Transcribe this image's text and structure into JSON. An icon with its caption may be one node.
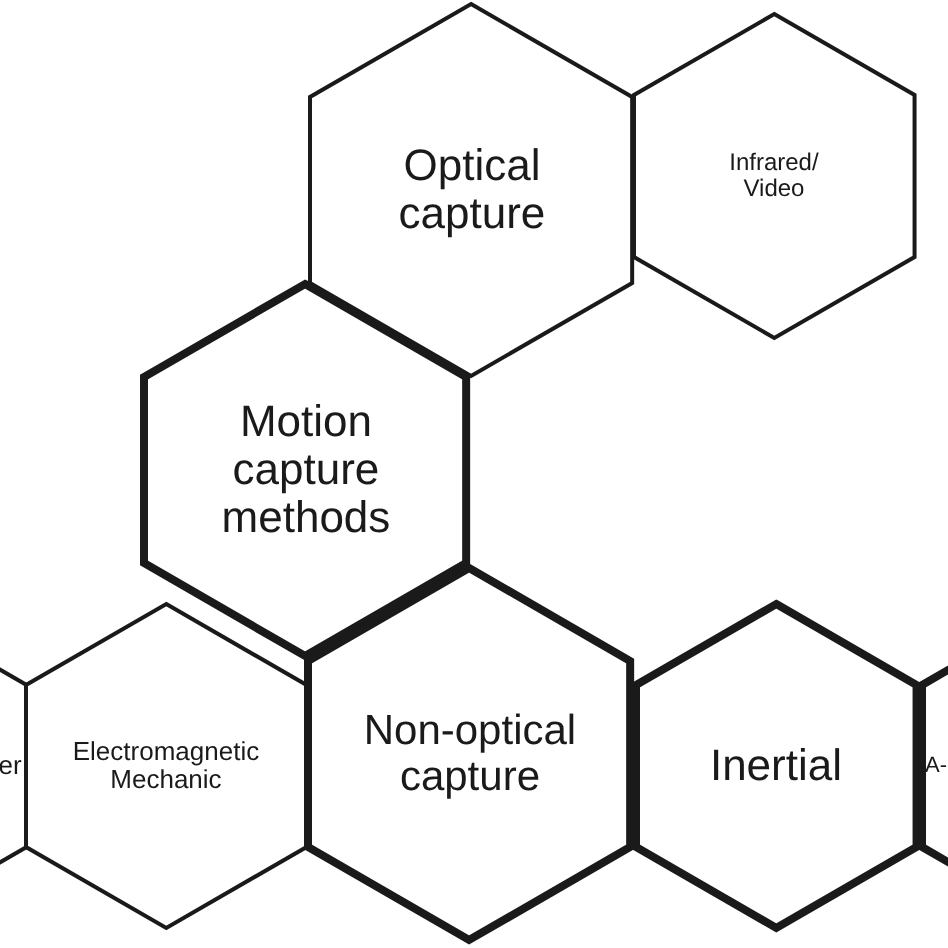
{
  "diagram": {
    "nodes": [
      {
        "text": [
          "Optical capture"
        ]
      },
      {
        "text": [
          "Infrared/ Video"
        ]
      },
      {
        "text": [
          "Motion capture methods"
        ]
      },
      {
        "text": [
          "er"
        ]
      },
      {
        "text": [
          "Electromagnetic Mechanic"
        ]
      },
      {
        "text": [
          "Non-optical capture"
        ]
      },
      {
        "text": [
          "Inertial"
        ]
      },
      {
        "text": [
          "A-"
        ]
      }
    ]
  }
}
